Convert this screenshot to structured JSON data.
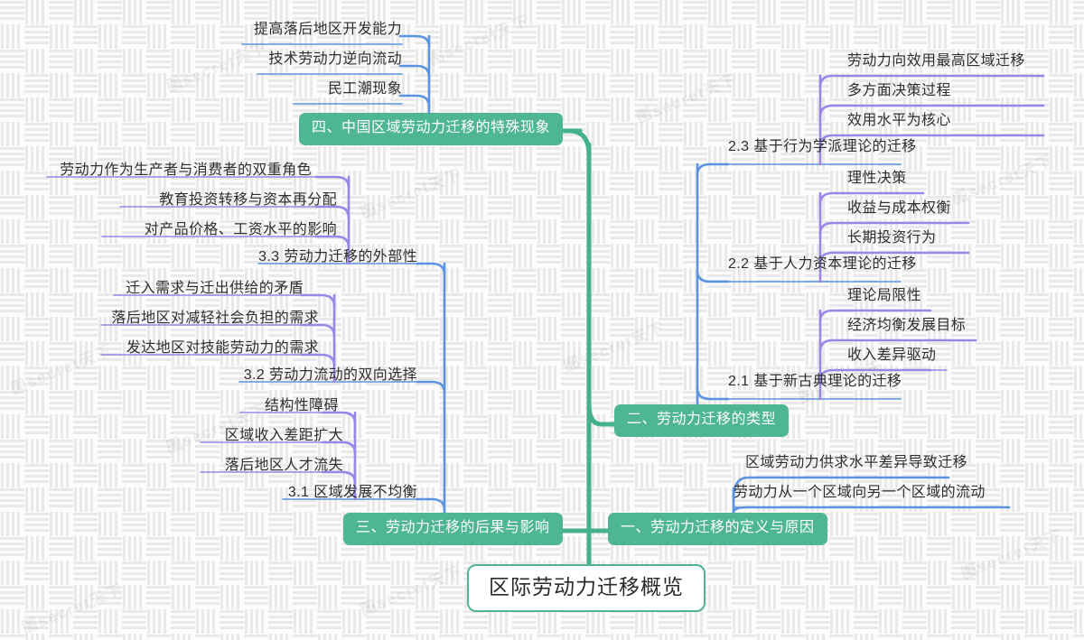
{
  "theme": {
    "root_border": "#52b48c",
    "branch_fill": "#4fb693",
    "trunk_color": "#44b08d",
    "level3_line": "#5b93e0",
    "level4_line": "#9b86e8",
    "text_color": "#2e2e2e"
  },
  "root": {
    "label": "区际劳动力迁移概览"
  },
  "branches": [
    {
      "id": "b4",
      "label": "四、中国区域劳动力迁移的特殊现象",
      "children": [
        {
          "label": "提高落后地区开发能力"
        },
        {
          "label": "技术劳动力逆向流动"
        },
        {
          "label": "民工潮现象"
        }
      ]
    },
    {
      "id": "b3",
      "label": "三、劳动力迁移的后果与影响",
      "children": [
        {
          "label": "3.3 劳动力迁移的外部性",
          "children": [
            {
              "label": "劳动力作为生产者与消费者的双重角色"
            },
            {
              "label": "教育投资转移与资本再分配"
            },
            {
              "label": "对产品价格、工资水平的影响"
            }
          ]
        },
        {
          "label": "3.2 劳动力流动的双向选择",
          "children": [
            {
              "label": "迁入需求与迁出供给的矛盾"
            },
            {
              "label": "落后地区对减轻社会负担的需求"
            },
            {
              "label": "发达地区对技能劳动力的需求"
            }
          ]
        },
        {
          "label": "3.1 区域发展不均衡",
          "children": [
            {
              "label": "结构性障碍"
            },
            {
              "label": "区域收入差距扩大"
            },
            {
              "label": "落后地区人才流失"
            }
          ]
        }
      ]
    },
    {
      "id": "b2",
      "label": "二、劳动力迁移的类型",
      "children": [
        {
          "label": "2.3 基于行为学派理论的迁移",
          "children": [
            {
              "label": "劳动力向效用最高区域迁移"
            },
            {
              "label": "多方面决策过程"
            },
            {
              "label": "效用水平为核心"
            }
          ]
        },
        {
          "label": "2.2 基于人力资本理论的迁移",
          "children": [
            {
              "label": "理性决策"
            },
            {
              "label": "收益与成本权衡"
            },
            {
              "label": "长期投资行为"
            }
          ]
        },
        {
          "label": "2.1 基于新古典理论的迁移",
          "children": [
            {
              "label": "理论局限性"
            },
            {
              "label": "经济均衡发展目标"
            },
            {
              "label": "收入差异驱动"
            }
          ]
        }
      ]
    },
    {
      "id": "b1",
      "label": "一、劳动力迁移的定义与原因",
      "children": [
        {
          "label": "区域劳动力供求水平差异导致迁移"
        },
        {
          "label": "劳动力从一个区域向另一个区域的流动"
        }
      ]
    }
  ],
  "watermarks": [
    "图secret天下",
    "图secret天下",
    "图secret天下",
    "图secret天下",
    "图secret天下",
    "图secret天下",
    "图secret天下",
    "图secret天下"
  ]
}
